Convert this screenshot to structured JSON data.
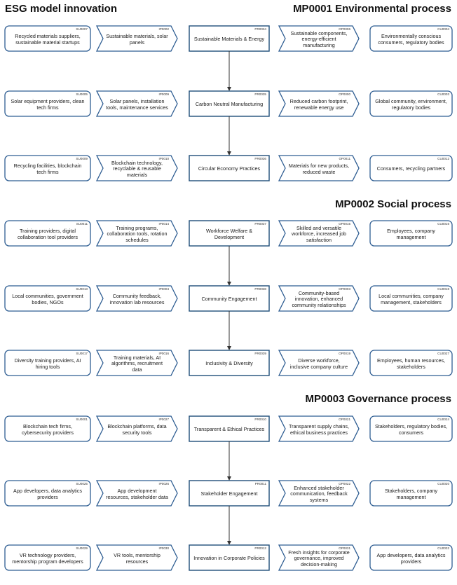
{
  "header": {
    "title": "ESG model innovation"
  },
  "processes": [
    {
      "title": "MP0001 Environmental process",
      "rows": [
        {
          "supplier": {
            "code": "SU0007",
            "text": "Recycled materials suppliers, sustainable material startups"
          },
          "input": {
            "code": "IP0002",
            "text": "Sustainable materials, solar panels"
          },
          "process": {
            "code": "PR0034",
            "text": "Sustainable Materials & Energy"
          },
          "output": {
            "code": "OP0006",
            "text": "Sustainable components, energy-efficient manufacturing"
          },
          "customer": {
            "code": "CU0004",
            "text": "Environmentally conscious consumers, regulatory bodies"
          }
        },
        {
          "supplier": {
            "code": "SU0005",
            "text": "Solar equipment providers, clean tech firms"
          },
          "input": {
            "code": "IP0009",
            "text": "Solar panels, installation tools, maintenance services"
          },
          "process": {
            "code": "PR0035",
            "text": "Carbon Neutral Manufacturing"
          },
          "output": {
            "code": "OP0000",
            "text": "Reduced carbon footprint, renewable energy use"
          },
          "customer": {
            "code": "CU0003",
            "text": "Global community, environment, regulatory bodies"
          }
        },
        {
          "supplier": {
            "code": "SU0009",
            "text": "Recycling facilities, blockchain tech firms"
          },
          "input": {
            "code": "IP0010",
            "text": "Blockchain technology, recyclable & reusable materials"
          },
          "process": {
            "code": "PR0036",
            "text": "Circular Economy Practices"
          },
          "output": {
            "code": "OP0011",
            "text": "Materials for new products, reduced waste"
          },
          "customer": {
            "code": "CU0012",
            "text": "Consumers, recycling partners"
          }
        }
      ]
    },
    {
      "title": "MP0002 Social process",
      "rows": [
        {
          "supplier": {
            "code": "SU0011",
            "text": "Training providers, digital collaboration tool providers"
          },
          "input": {
            "code": "IP0014",
            "text": "Training programs, collaboration tools, rotation schedules"
          },
          "process": {
            "code": "PR0037",
            "text": "Workforce Welfare & Development"
          },
          "output": {
            "code": "OP0015",
            "text": "Skilled and versatile workforce, increased job satisfaction"
          },
          "customer": {
            "code": "CU0016",
            "text": "Employees, company management"
          }
        },
        {
          "supplier": {
            "code": "SU0013",
            "text": "Local communities, government bodies, NGOs"
          },
          "input": {
            "code": "IP0004",
            "text": "Community feedback, innovation lab resources"
          },
          "process": {
            "code": "PR0038",
            "text": "Community Engagement"
          },
          "output": {
            "code": "OP0003",
            "text": "Community-based innovation, enhanced community relationships"
          },
          "customer": {
            "code": "CU0018",
            "text": "Local communities, company management, stakeholders"
          }
        },
        {
          "supplier": {
            "code": "SU0017",
            "text": "Diversity training providers, AI hiring tools"
          },
          "input": {
            "code": "IP0016",
            "text": "Training materials, AI algorithms, recruitment data"
          },
          "process": {
            "code": "PR0039",
            "text": "Inclusivity & Diversity"
          },
          "output": {
            "code": "OP0019",
            "text": "Diverse workforce, inclusive company culture"
          },
          "customer": {
            "code": "CU0027",
            "text": "Employees, human resources, stakeholders"
          }
        }
      ]
    },
    {
      "title": "MP0003 Governance process",
      "rows": [
        {
          "supplier": {
            "code": "SU0001",
            "text": "Blockchain tech firms, cybersecurity providers"
          },
          "input": {
            "code": "IP0027",
            "text": "Blockchain platforms, data security tools"
          },
          "process": {
            "code": "PR0010",
            "text": "Transparent & Ethical Practices"
          },
          "output": {
            "code": "OP0021",
            "text": "Transparent supply chains, ethical business practices"
          },
          "customer": {
            "code": "CU0024",
            "text": "Stakeholders, regulatory bodies, consumers"
          }
        },
        {
          "supplier": {
            "code": "SU0025",
            "text": "App developers, data analytics providers"
          },
          "input": {
            "code": "IP0026",
            "text": "App development resources, stakeholder data"
          },
          "process": {
            "code": "PR0011",
            "text": "Stakeholder Engagement"
          },
          "output": {
            "code": "OP0022",
            "text": "Enhanced stakeholder communication, feedback systems"
          },
          "customer": {
            "code": "CU0020",
            "text": "Stakeholders, company management"
          }
        },
        {
          "supplier": {
            "code": "SU0029",
            "text": "VR technology providers, mentorship program developers"
          },
          "input": {
            "code": "IP0030",
            "text": "VR tools, mentorship resources"
          },
          "process": {
            "code": "PR0012",
            "text": "Innovation in Corporate Policies"
          },
          "output": {
            "code": "OP0031",
            "text": "Fresh insights for corporate governance, improved decision-making"
          },
          "customer": {
            "code": "CU0032",
            "text": "App developers, data analytics providers"
          }
        }
      ]
    }
  ]
}
